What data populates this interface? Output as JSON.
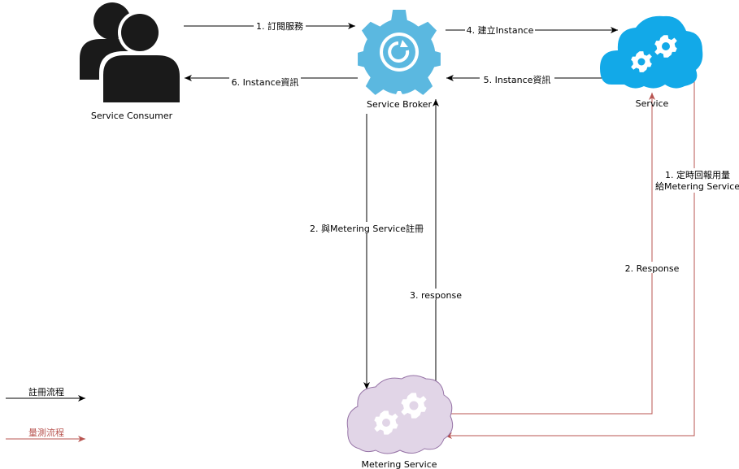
{
  "nodes": {
    "consumer": {
      "label": "Service Consumer",
      "icon": "user-group-icon"
    },
    "broker": {
      "label": "Service Broker",
      "icon": "gear-refresh-icon",
      "color": "#5BB8E0"
    },
    "service": {
      "label": "Service",
      "icon": "cloud-gears-icon",
      "color": "#12A9E8"
    },
    "metering": {
      "label": "Metering Service",
      "icon": "cloud-gears-icon",
      "color": "#E1D5E7",
      "stroke": "#9673A6"
    }
  },
  "edges": {
    "e1": "1. 訂閱服務",
    "e4": "4. 建立Instance",
    "e5": "5.  Instance資訊",
    "e6": "6. Instance資訊",
    "e2": "2. 與Metering Service註冊",
    "e3": "3. response",
    "m1_line1": "1. 定時回報用量",
    "m1_line2": "給Metering Service",
    "m2": "2. Response"
  },
  "legend": {
    "register": {
      "label": "註冊流程",
      "color": "#000000"
    },
    "metering": {
      "label": "量測流程",
      "color": "#B85450"
    }
  }
}
